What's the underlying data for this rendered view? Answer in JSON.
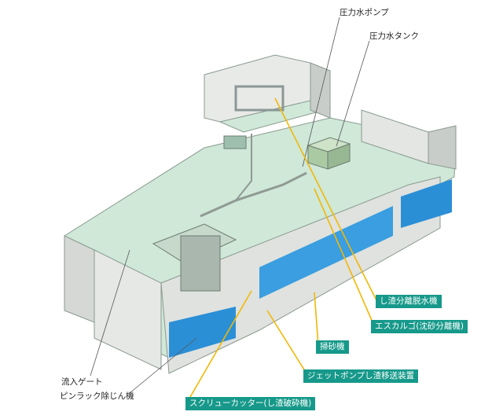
{
  "labels": {
    "pressure_pump": "圧力水ポンプ",
    "pressure_tank": "圧力水タンク",
    "inflow_gate": "流入ゲート",
    "pin_rack": "ピンラック除じん機"
  },
  "callouts": {
    "dewatering": "し渣分離脱水機",
    "escargo": "エスカルゴ(沈砂分離機)",
    "sand_sweeper": "掃砂機",
    "jet_pump": "ジェットポンプし渣移送装置",
    "screw_cutter": "スクリューカッター(し渣破砕機)"
  },
  "colors": {
    "floor": "#cfe8d8",
    "wall": "#e3e6e3",
    "wall_dark": "#b9bdba",
    "water": "#2b8fd6",
    "callout_bg": "#16998a",
    "callout_line": "#f2b705"
  }
}
